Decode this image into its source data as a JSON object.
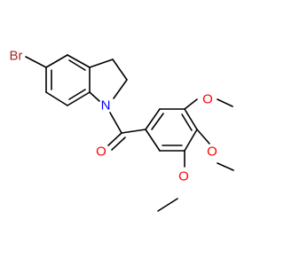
{
  "molecule": {
    "atoms": {
      "br": {
        "symbol": "Br",
        "color": "#a52a2a"
      },
      "n1": {
        "symbol": "N",
        "color": "#0000ff"
      },
      "o_carbonyl": {
        "symbol": "O",
        "color": "#ff0000"
      },
      "o_methoxy_upper": {
        "symbol": "O",
        "color": "#ff0000"
      },
      "o_methoxy_middle": {
        "symbol": "O",
        "color": "#ff0000"
      },
      "o_methoxy_lower": {
        "symbol": "O",
        "color": "#ff0000"
      }
    },
    "bond_color": "#000000",
    "background_color": "#ffffff"
  }
}
